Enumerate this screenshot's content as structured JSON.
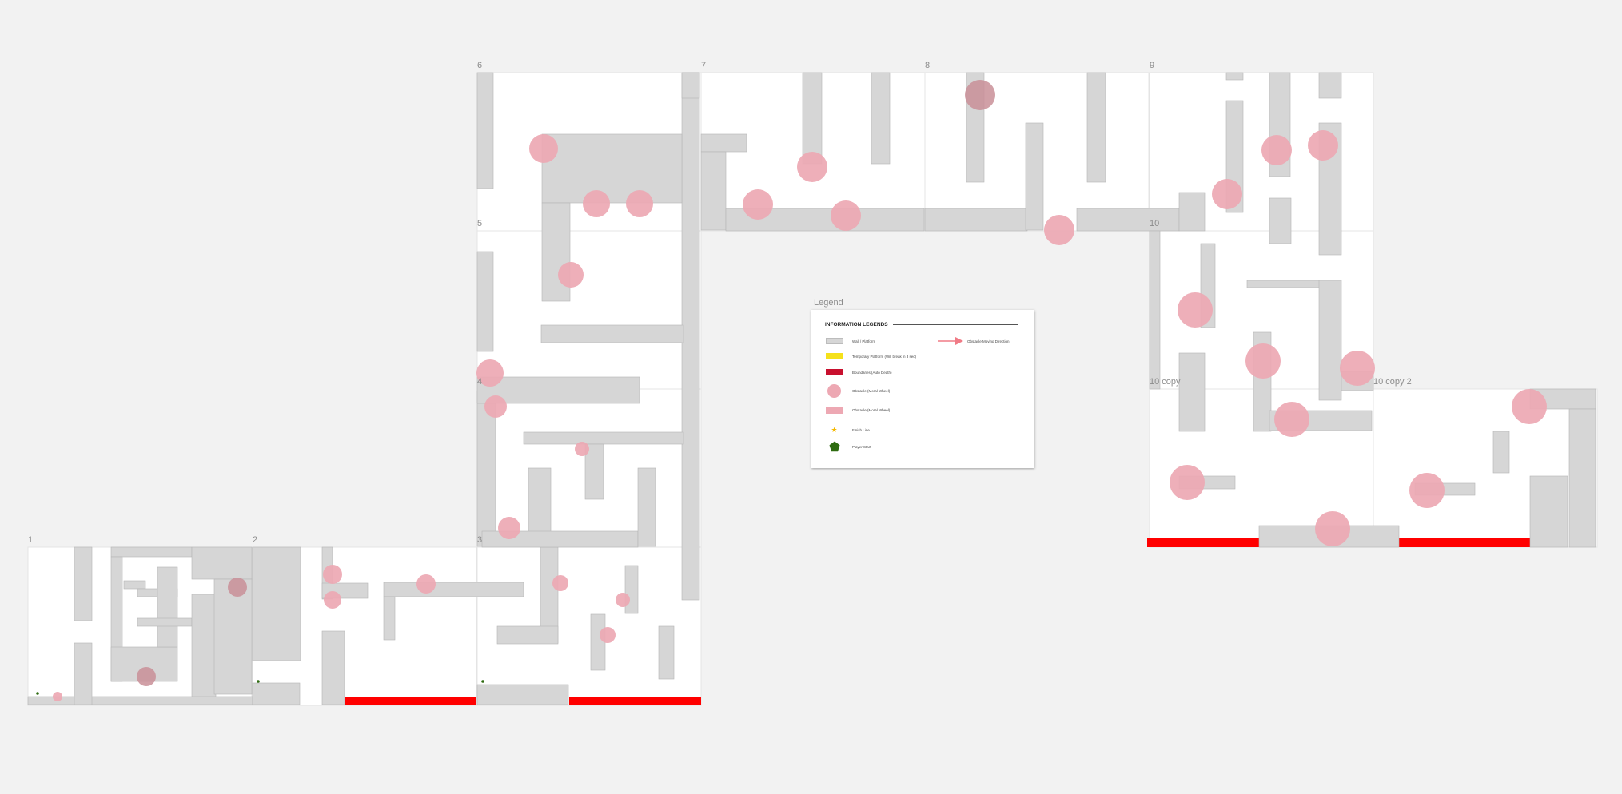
{
  "frames": [
    {
      "id": "frame-1",
      "label": "1"
    },
    {
      "id": "frame-2",
      "label": "2"
    },
    {
      "id": "frame-3",
      "label": "3"
    },
    {
      "id": "frame-4",
      "label": "4"
    },
    {
      "id": "frame-5",
      "label": "5"
    },
    {
      "id": "frame-6",
      "label": "6"
    },
    {
      "id": "frame-7",
      "label": "7"
    },
    {
      "id": "frame-8",
      "label": "8"
    },
    {
      "id": "frame-9",
      "label": "9"
    },
    {
      "id": "frame-10",
      "label": "10"
    },
    {
      "id": "frame-10-copy",
      "label": "10 copy"
    },
    {
      "id": "frame-10-copy-2",
      "label": "10 copy 2"
    },
    {
      "id": "frame-legend",
      "label": "Legend"
    }
  ],
  "legend": {
    "title": "INFORMATION LEGENDS",
    "items": [
      {
        "label": "Wall / Platform",
        "icon": "wall-swatch"
      },
      {
        "label": "Temporary Platform (Will break in 3 sec)",
        "icon": "temporary-platform-swatch"
      },
      {
        "label": "Boundaries (Auto Death)",
        "icon": "boundary-swatch"
      },
      {
        "label": "Obstacle (Moral Wheel)",
        "icon": "obstacle-wheel-icon"
      },
      {
        "label": "Obstacle (Moral Wheel)",
        "icon": "obstacle-bar-swatch"
      },
      {
        "label": "Finish Line",
        "icon": "star-icon"
      },
      {
        "label": "Player Start",
        "icon": "pentagon-icon"
      },
      {
        "label": "Obstacle Moving Direction",
        "icon": "arrow-icon"
      }
    ]
  },
  "colors": {
    "canvas": "#f2f2f2",
    "level_bg": "#ffffff",
    "wall": "#d6d6d6",
    "wall_stroke": "#b5b5b5",
    "obstacle": "#eda8b3",
    "obstacle_dark": "#c98f98",
    "boundary": "#ff0000",
    "boundary_legend": "#c8102e",
    "temporary": "#f5e11b",
    "finish": "#f5b800",
    "player": "#2e6b10",
    "arrow": "#f07b86"
  }
}
